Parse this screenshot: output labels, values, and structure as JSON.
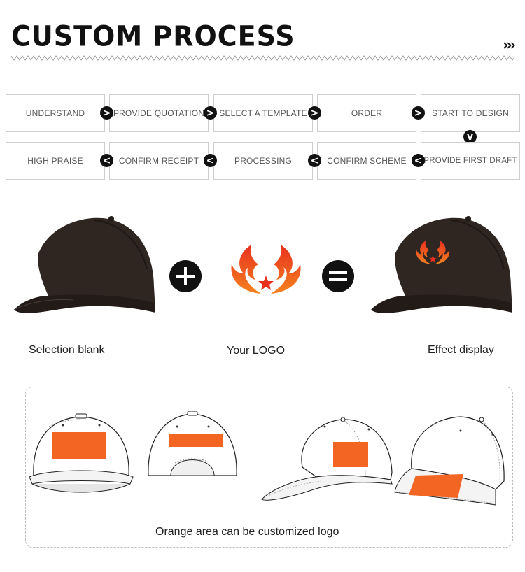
{
  "header": {
    "title": "CUSTOM PROCESS",
    "chevrons": "›››"
  },
  "steps_row1": [
    "UNDERSTAND",
    "PROVIDE QUOTATION",
    "SELECT  A TEMPLATE",
    "ORDER",
    "START TO  DESIGN"
  ],
  "steps_row2": [
    "HIGH PRAISE",
    "CONFIRM RECEIPT",
    "PROCESSING",
    "CONFIRM SCHEME",
    "PROVIDE FIRST DRAFT"
  ],
  "arrows": {
    "forward": ">",
    "back": "<",
    "down": "V"
  },
  "captions": {
    "blank": "Selection blank",
    "logo": "Your LOGO",
    "effect": "Effect display"
  },
  "footer": {
    "note": "Orange area can be customized logo"
  },
  "colors": {
    "cap": "#2a211d",
    "orange": "#f26522",
    "logo_red": "#e8301f",
    "logo_orange": "#f5821f"
  }
}
